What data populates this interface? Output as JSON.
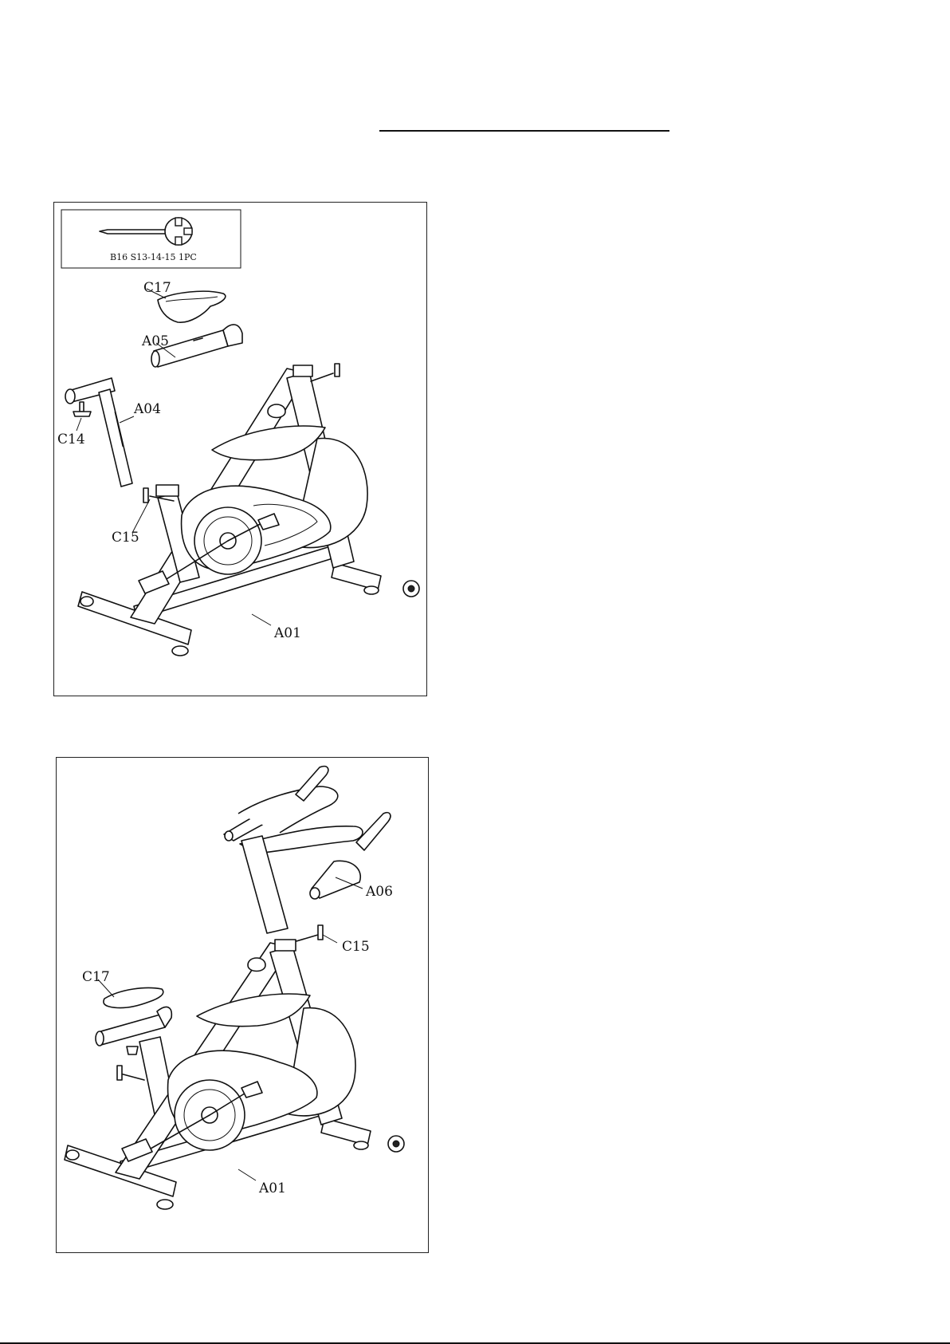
{
  "figure1": {
    "tool_caption": "B16  S13-14-15  1PC",
    "labels": {
      "c17": "C17",
      "a05": "A05",
      "a04": "A04",
      "c14": "C14",
      "c15": "C15",
      "a01": "A01"
    }
  },
  "figure2": {
    "labels": {
      "a06": "A06",
      "c15": "C15",
      "c17": "C17",
      "a01": "A01"
    }
  }
}
